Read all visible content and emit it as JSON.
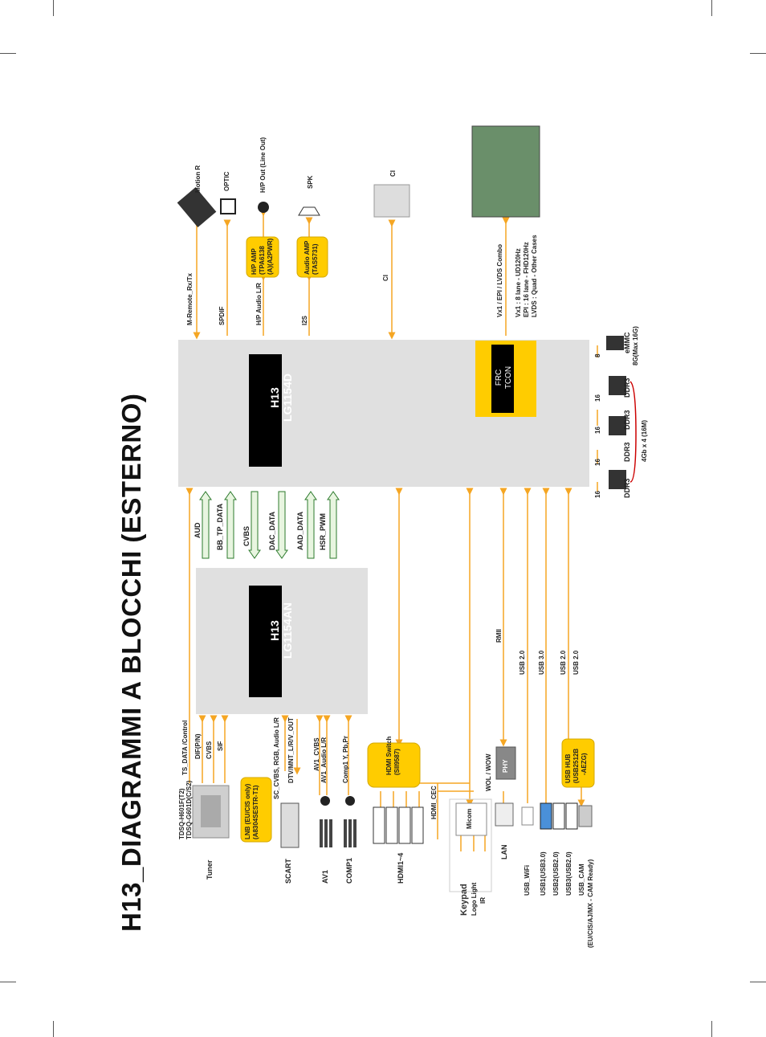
{
  "title": "H13_DIAGRAMMI A BLOCCHI (ESTERNO)",
  "chips": {
    "main": {
      "line1": "H13",
      "line2": "LG1154D"
    },
    "sub": {
      "line1": "H13",
      "line2": "LG1154AN"
    },
    "frc": {
      "line1": "FRC",
      "line2": "TCON"
    }
  },
  "bus_labels": {
    "aud": "AUD",
    "bb_tp_data": "BB_TP_DATA",
    "cvbs": "CVBS",
    "dac_data": "DAC_DATA",
    "aad_data": "AAD_DATA",
    "hsr_pwm": "HSR_PWM"
  },
  "left_inputs": {
    "tuner": "Tuner",
    "tuner_spec1": "TDSQ-H601F(T2)",
    "tuner_spec2": "TDSQ-G601D(C/S2)",
    "lnb": "LNB (EU/CIS only)",
    "lnb_part": "(A8304SESTR-T1)",
    "ts_data": "TS_DATA /Control",
    "dif": "DIF(P/N)",
    "cvbs": "CVBS",
    "sif": "SIF",
    "scart": "SCART",
    "sc_signals": "SC_CVBS, RGB, Audio L/R",
    "dtv_mnt": "DTV/MNT_L/R/V_OUT",
    "av1": "AV1",
    "av1_cvbs": "AV1_CVBS",
    "av1_audio": "AV1_Audio L/R",
    "comp1": "COMP1",
    "comp1_sig": "Comp1 Y, Pb,Pr",
    "hdmi": "HDMI1~4",
    "hdmi_cec": "HDMI_CEC",
    "hdmi_switch": "HDMI Switch",
    "hdmi_switch_part": "(SII9587)",
    "keypad": "Keypad",
    "logo_light": "Logo Light",
    "ir": "IR",
    "micom": "Micom",
    "wol": "WOL / WOW",
    "phy": "PHY",
    "lan": "LAN",
    "rmii": "RMII",
    "usb_wifi": "USB_WiFi",
    "usb1": "USB1(USB3.0)",
    "usb2": "USB2(USB2.0)",
    "usb3": "USB3(USB2.0)",
    "usb_cam": "USB_CAM",
    "usb_cam_note": "(EU/CIS/AJ/MX - CAM Ready)",
    "usb20_a": "USB 2.0",
    "usb30": "USB 3.0",
    "usb20_b": "USB 2.0",
    "usb20_c": "USB 2.0",
    "usb_hub": "USB HUB",
    "usb_hub_part": "(USB2512B",
    "usb_hub_part2": "-AEZG)"
  },
  "right_outputs": {
    "motion_r": "Motion R",
    "m_remote": "M-Remote_Rx/Tx",
    "optic": "OPTIC",
    "spdif": "SPDIF",
    "hp_out": "H/P Out (Line Out)",
    "hp_amp": "H/P AMP",
    "hp_amp_part": "(TPA6138",
    "hp_amp_part2": "(A)(A2PWR)",
    "hp_audio": "H/P Audio L/R",
    "spk": "SPK",
    "audio_amp": "Audio AMP",
    "audio_amp_part": "(TAS5731)",
    "i2s": "I2S",
    "ci": "CI",
    "ci_line": "CI",
    "vx1": "Vx1 / EPI / LVDS Combo",
    "vx1_a": "Vx1 : 8 lane   - UD120Hz",
    "vx1_b": "EPI : 16 lane   - FHD120Hz",
    "vx1_c": "LVDS : Quad - Other Cases"
  },
  "memory": {
    "ddr": [
      "DDR3",
      "DDR3",
      "DDR3",
      "DDR3"
    ],
    "bits": [
      "16",
      "16",
      "16",
      "16",
      "8"
    ],
    "size": "4Gb x 4 (16M)",
    "emmc": "eMMC",
    "emmc_size": "8G(Max 16G)"
  },
  "colors": {
    "orange_line": "#f5a623",
    "chip_block": "#e0e0e0",
    "chip_black": "#000000",
    "yellow_box": "#ffcc00",
    "green_arrow": "#e8f5e0"
  }
}
